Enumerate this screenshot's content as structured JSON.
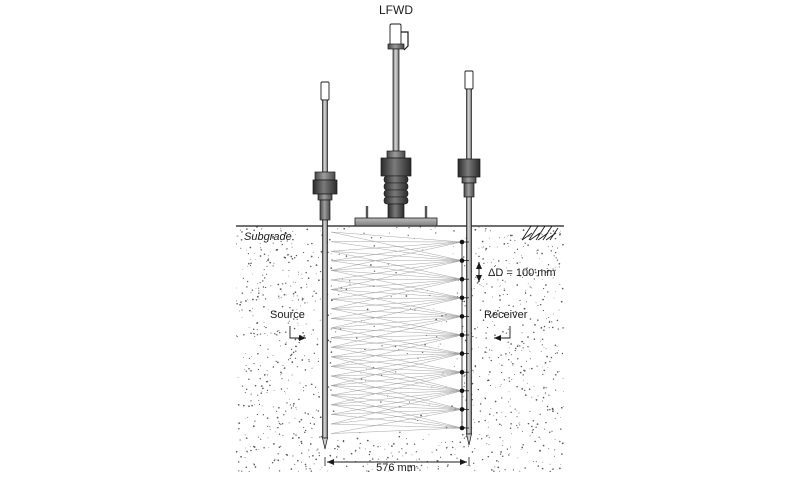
{
  "labels": {
    "device": "LFWD",
    "layer": "Subgrade",
    "source": "Source",
    "receiver": "Receiver",
    "spacing": "ΔD = 100 mm",
    "distance": "576 mm"
  },
  "geometry": {
    "receiver_count": 11,
    "receiver_spacing_mm": 100,
    "probe_distance_mm": 576
  },
  "colors": {
    "steel": "#a9a9a9",
    "dark_metal": "#3c3c3c",
    "soil_speckle": "#5a5a5a",
    "ray": "#9a9a9a"
  }
}
